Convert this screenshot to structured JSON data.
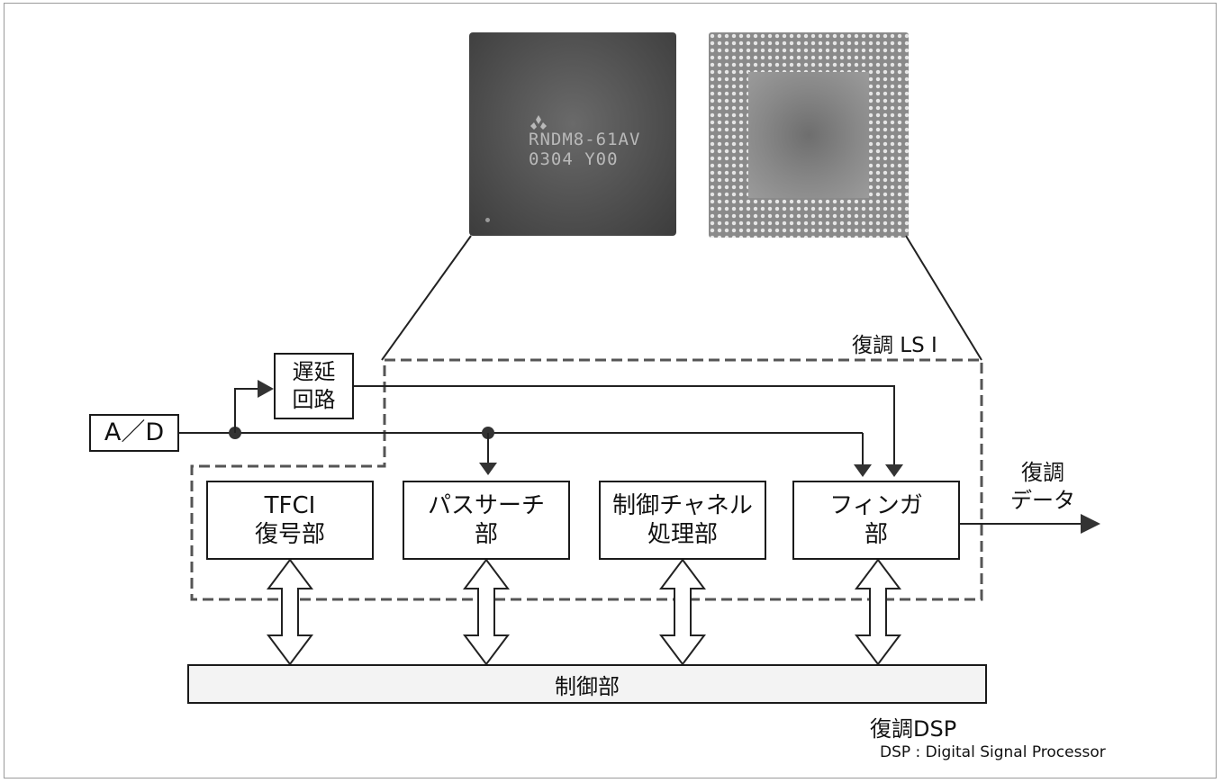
{
  "blocks": {
    "ad": "A／D",
    "delay": [
      "遅延",
      "回路"
    ],
    "tfci": [
      "TFCI",
      "復号部"
    ],
    "path_search": [
      "パスサーチ",
      "部"
    ],
    "control_channel": [
      "制御チャネル",
      "処理部"
    ],
    "finger": [
      "フィンガ",
      "部"
    ],
    "control": "制御部"
  },
  "labels": {
    "lsi": "復調 LS I",
    "output": [
      "復調",
      "データ"
    ],
    "dsp": "復調DSP",
    "dsp_note": "DSP : Digital Signal Processor"
  },
  "chip": {
    "marking_line1": "RNDM8-61AV",
    "marking_line2": "0304 Y00"
  }
}
